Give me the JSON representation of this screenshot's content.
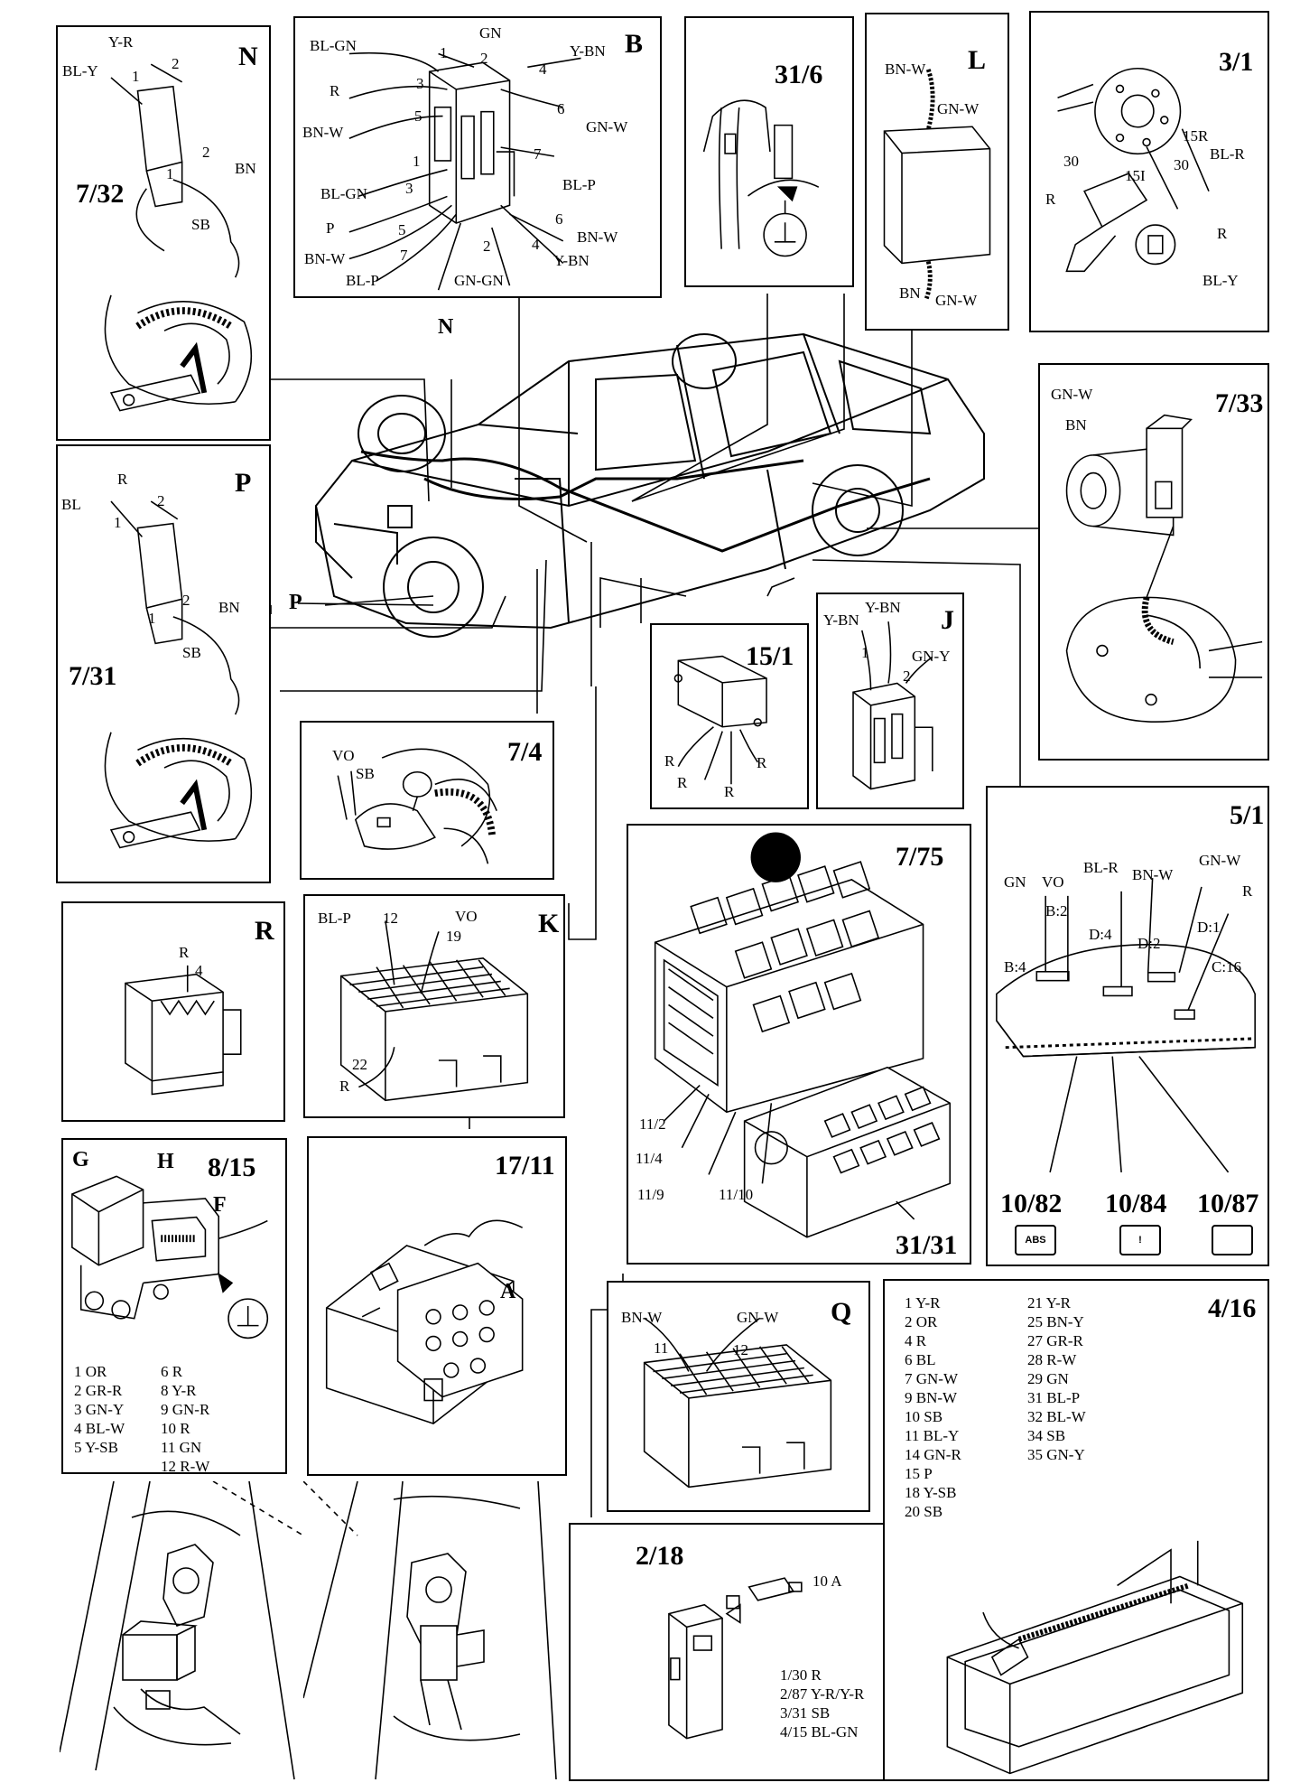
{
  "panels": {
    "n": {
      "title": "N",
      "ref": "7/32",
      "labels": [
        "Y-R",
        "BL-Y",
        "2",
        "1",
        "2",
        "1",
        "BN",
        "SB"
      ]
    },
    "b": {
      "title": "B",
      "labels": [
        "BL-GN",
        "GN",
        "1",
        "2",
        "Y-BN",
        "4",
        "R",
        "3",
        "GN-W",
        "6",
        "BN-W",
        "5",
        "7",
        "BL-P",
        "1",
        "BL-GN",
        "3",
        "P",
        "5",
        "6",
        "BN-W",
        "BN-W",
        "7",
        "4",
        "Y-BN",
        "BL-P",
        "2",
        "GN-GN"
      ]
    },
    "p316": {
      "title": "31/6"
    },
    "l": {
      "title": "L",
      "labels": [
        "BN-W",
        "GN-W",
        "BN",
        "GN-W"
      ]
    },
    "p31": {
      "title": "3/1",
      "labels": [
        "15R",
        "BL-R",
        "30",
        "30",
        "15I",
        "R",
        "R",
        "BL-Y"
      ]
    },
    "p733": {
      "title": "7/33",
      "labels": [
        "GN-W",
        "BN"
      ]
    },
    "p": {
      "title": "P",
      "ref": "7/31",
      "labels": [
        "R",
        "BL",
        "2",
        "1",
        "2",
        "1",
        "BN",
        "SB"
      ]
    },
    "p151": {
      "title": "15/1",
      "labels": [
        "R",
        "R",
        "R",
        "R"
      ]
    },
    "j": {
      "title": "J",
      "labels": [
        "Y-BN",
        "Y-BN",
        "1",
        "GN-Y",
        "2"
      ]
    },
    "p74": {
      "title": "7/4",
      "labels": [
        "VO",
        "SB"
      ]
    },
    "r": {
      "title": "R",
      "labels": [
        "R",
        "4"
      ]
    },
    "k": {
      "title": "K",
      "labels": [
        "BL-P",
        "12",
        "VO",
        "19",
        "22",
        "R"
      ]
    },
    "p775": {
      "title": "7/75",
      "refs": [
        "11/2",
        "11/4",
        "11/9",
        "11/10",
        "31/31"
      ]
    },
    "p51": {
      "title": "5/1",
      "labels": [
        "BL-R",
        "GN",
        "VO",
        "BN-W",
        "GN-W",
        "D:4",
        "D:2",
        "D:1",
        "R",
        "B:2",
        "B:4",
        "C:16"
      ],
      "refs": [
        "10/82",
        "10/84",
        "10/87"
      ],
      "icons": [
        "ABS",
        "!",
        ""
      ]
    },
    "p815": {
      "title": "8/15",
      "sub": [
        "G",
        "H",
        "F"
      ],
      "list_a": [
        "1 OR",
        "2 GR-R",
        "3 GN-Y",
        "4 BL-W",
        "5 Y-SB"
      ],
      "list_b": [
        "6 R",
        "8 Y-R",
        "9 GN-R",
        "10 R",
        "11 GN",
        "12 R-W"
      ]
    },
    "p1711": {
      "title": "17/11",
      "labels": [
        "A"
      ]
    },
    "q": {
      "title": "Q",
      "labels": [
        "BN-W",
        "GN-W",
        "11",
        "12"
      ]
    },
    "p416": {
      "title": "4/16",
      "list_a": [
        "1 Y-R",
        "2 OR",
        "4 R",
        "6 BL",
        "7 GN-W",
        "9 BN-W",
        "10 SB",
        "11 BL-Y",
        "14 GN-R",
        "15 P",
        "18 Y-SB",
        "20 SB"
      ],
      "list_b": [
        "21 Y-R",
        "25 BN-Y",
        "27 GR-R",
        "28 R-W",
        "29 GN",
        "31 BL-P",
        "32 BL-W",
        "34 SB",
        "35 GN-Y"
      ]
    },
    "p218": {
      "title": "2/18",
      "fuse": "10 A",
      "list": [
        "1/30 R",
        "2/87 Y-R/Y-R",
        "3/31 SB",
        "4/15 BL-GN"
      ]
    }
  },
  "car_callouts": [
    "N",
    "P"
  ]
}
